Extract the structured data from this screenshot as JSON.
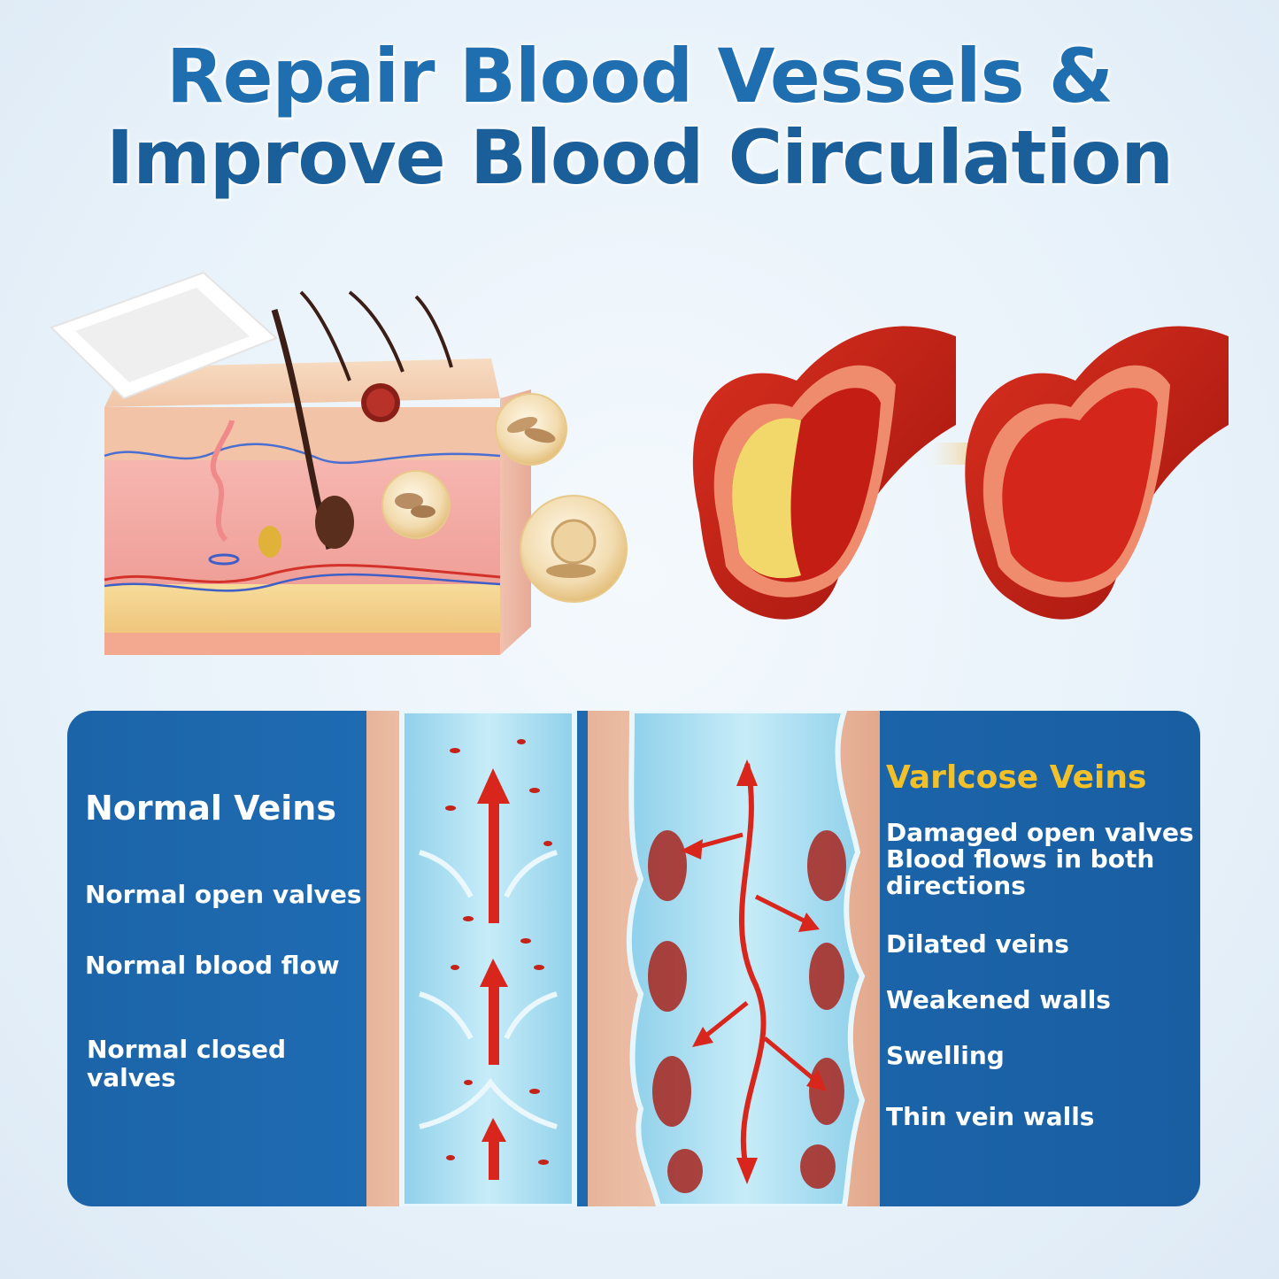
{
  "title": {
    "line1": "Repair Blood Vessels &",
    "line2": "Improve Blood Circulation"
  },
  "normal": {
    "heading": "Normal Veins",
    "items": [
      "Normal open valves",
      "Normal blood flow",
      "Normal closed",
      "valves"
    ]
  },
  "varicose": {
    "heading": "Varlcose Veins",
    "items": [
      "Damaged open valves",
      "Blood flows in both",
      "directions",
      "Dilated veins",
      "Weakened walls",
      "Swelling",
      "Thin vein walls"
    ]
  },
  "colors": {
    "title_blue": "#1f6fb0",
    "panel_blue": "#1c64a8",
    "accent_yellow": "#f2c029",
    "blood_red": "#d8261c"
  }
}
